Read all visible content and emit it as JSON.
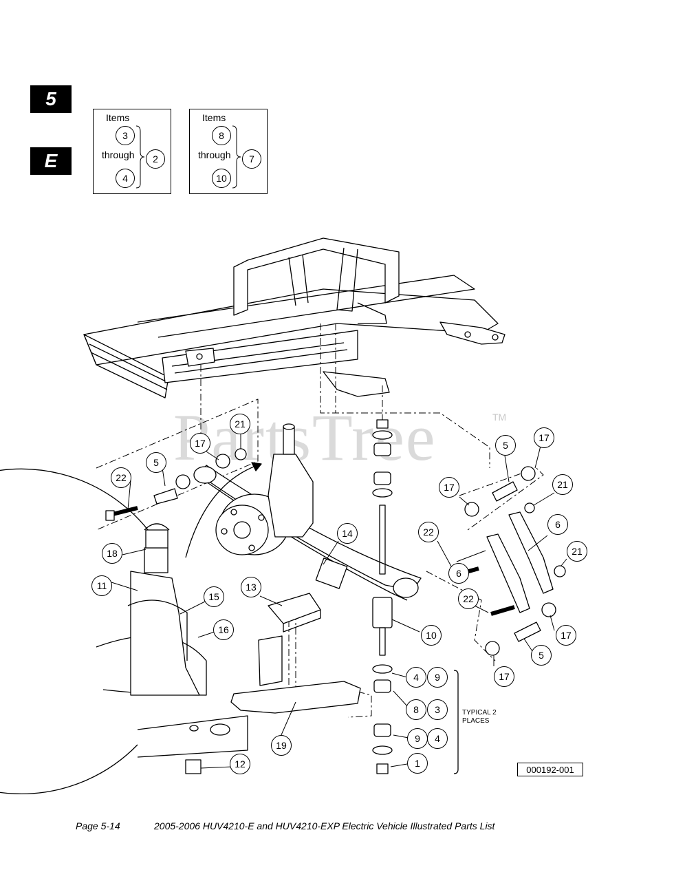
{
  "tabs": {
    "section": "5",
    "letter": "E"
  },
  "legend_boxes": [
    {
      "header": "Items",
      "through": "through",
      "first": "3",
      "last": "4",
      "result": "2"
    },
    {
      "header": "Items",
      "through": "through",
      "first": "8",
      "last": "10",
      "result": "7"
    }
  ],
  "callouts": [
    "21",
    "17",
    "5",
    "22",
    "18",
    "11",
    "15",
    "16",
    "13",
    "14",
    "19",
    "12",
    "17",
    "5",
    "17",
    "21",
    "22",
    "6",
    "6",
    "21",
    "22",
    "10",
    "17",
    "5",
    "17",
    "4",
    "9",
    "8",
    "3",
    "9",
    "4",
    "1"
  ],
  "note": {
    "line1": "TYPICAL 2",
    "line2": "PLACES"
  },
  "figure_id": "000192-001",
  "watermark": {
    "text": "PartsTree",
    "tm": "TM"
  },
  "footer": {
    "page": "Page 5-14",
    "title": "2005-2006 HUV4210-E and HUV4210-EXP Electric Vehicle Illustrated Parts List"
  }
}
